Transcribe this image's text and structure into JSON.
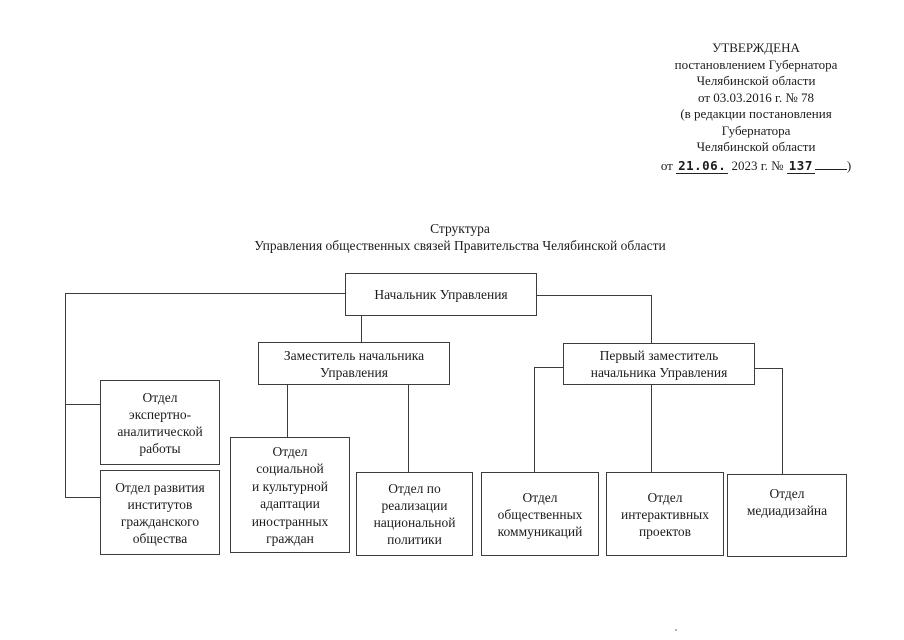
{
  "approval": {
    "lines": [
      "УТВЕРЖДЕНА",
      "постановлением Губернатора",
      "Челябинской области",
      "от 03.03.2016 г. № 78",
      "(в редакции постановления",
      "Губернатора",
      "Челябинской области"
    ],
    "final_line": {
      "prefix": "от",
      "handwritten_date": "21.06.",
      "middle": "2023 г. №",
      "handwritten_number": "137",
      "closing": ")"
    }
  },
  "title": {
    "line1": "Структура",
    "line2": "Управления общественных связей Правительства Челябинской области"
  },
  "org_chart": {
    "head": {
      "label": "Начальник Управления"
    },
    "deputy": {
      "label": "Заместитель начальника\nУправления"
    },
    "first_deputy": {
      "label": "Первый заместитель\nначальника Управления"
    },
    "departments": [
      {
        "label": "Отдел\nэкспертно-\nаналитической\nработы"
      },
      {
        "label": "Отдел развития\nинститутов\nгражданского\nобщества"
      },
      {
        "label": "Отдел\nсоциальной\nи культурной\nадаптации\nиностранных\nграждан"
      },
      {
        "label": "Отдел по\nреализации\nнациональной\nполитики"
      },
      {
        "label": "Отдел\nобщественных\nкоммуникаций"
      },
      {
        "label": "Отдел\nинтерактивных\nпроектов"
      },
      {
        "label": "Отдел\nмедиадизайна"
      }
    ]
  },
  "colors": {
    "paper": "#ffffff",
    "ink": "#1c1c1c",
    "line": "#3c3c3c"
  }
}
